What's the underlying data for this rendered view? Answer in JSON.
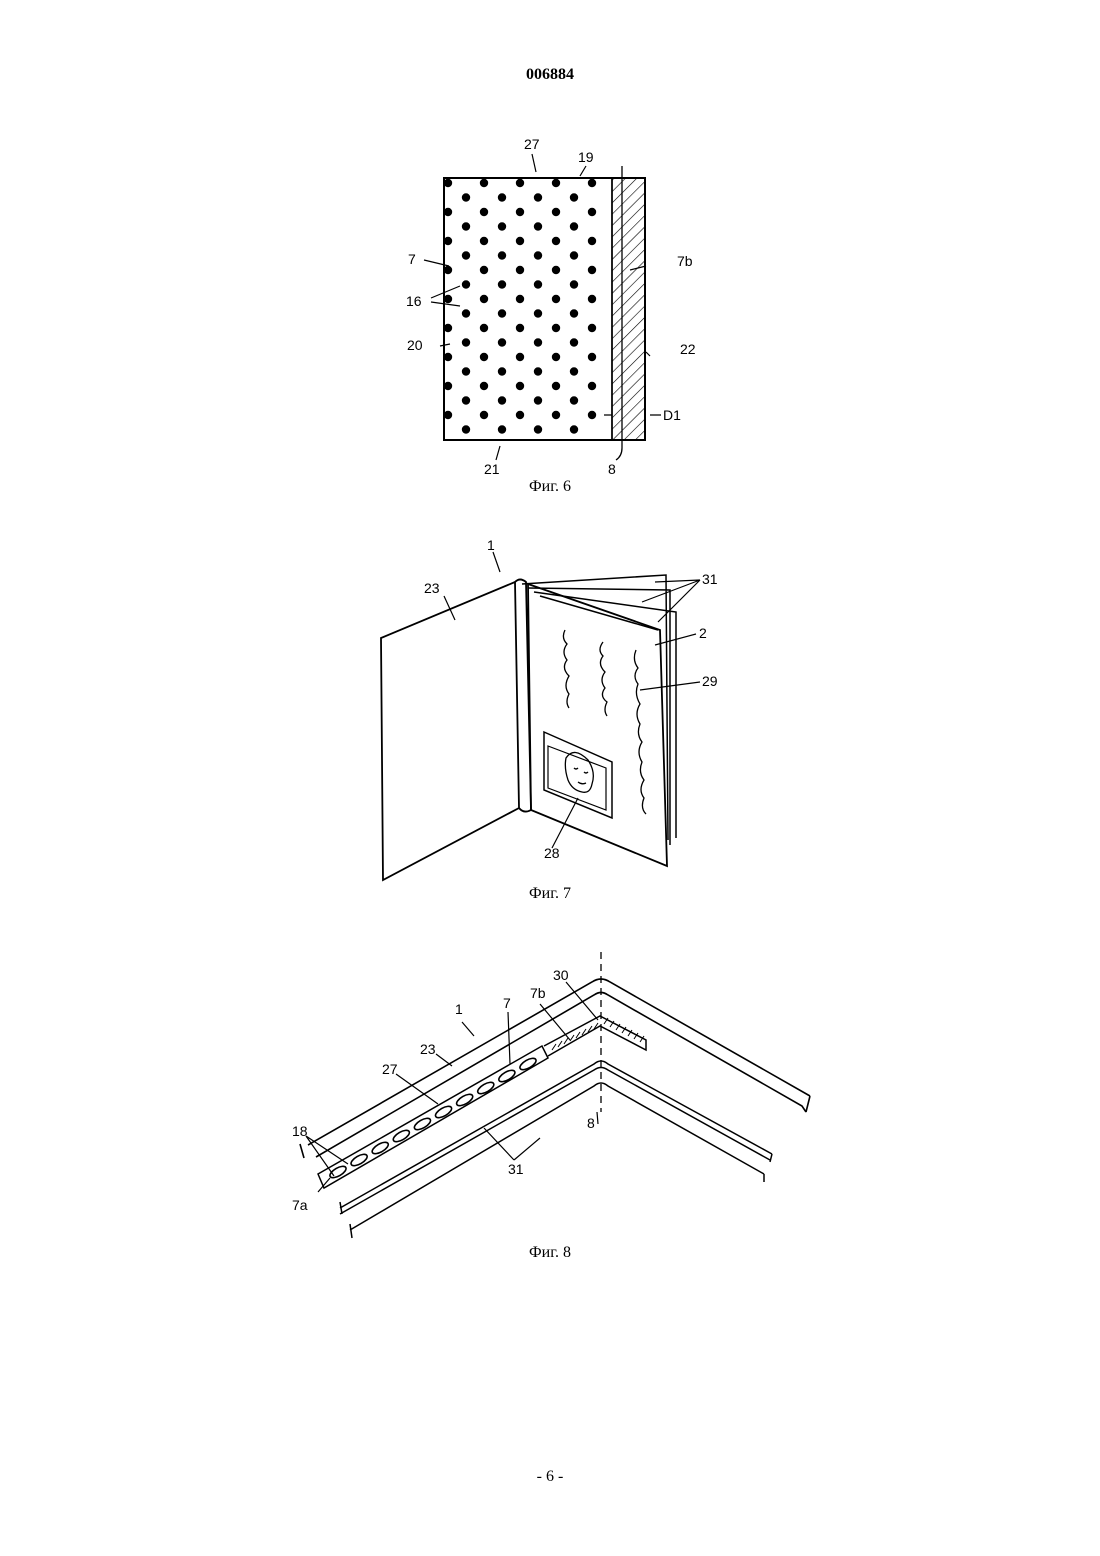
{
  "document": {
    "number": "006884",
    "page_number": "- 6 -"
  },
  "figures": {
    "fig6": {
      "caption": "Фиг. 6",
      "labels": {
        "l27": "27",
        "l19": "19",
        "l7": "7",
        "l7b": "7b",
        "l16": "16",
        "l20": "20",
        "l22": "22",
        "lD1": "D1",
        "l21": "21",
        "l8": "8"
      }
    },
    "fig7": {
      "caption": "Фиг. 7",
      "labels": {
        "l1": "1",
        "l23": "23",
        "l31": "31",
        "l2": "2",
        "l29": "29",
        "l28": "28"
      }
    },
    "fig8": {
      "caption": "Фиг. 8",
      "labels": {
        "l1": "1",
        "l23": "23",
        "l27": "27",
        "l7": "7",
        "l7b": "7b",
        "l30": "30",
        "l18": "18",
        "l7a": "7a",
        "l31": "31",
        "l8": "8"
      }
    }
  }
}
